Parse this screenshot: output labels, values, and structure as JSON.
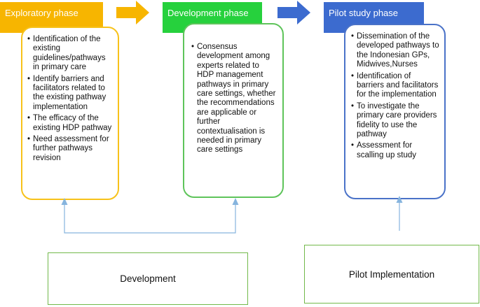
{
  "phases": [
    {
      "title": "Exploratory phase",
      "color": "#f7b500",
      "items": [
        "Identification of the existing guidelines/pathways in primary care",
        "Identify barriers and facilitators related to the existing pathway implementation",
        " The efficacy of the existing HDP pathway",
        "Need assessment for further pathways revision"
      ]
    },
    {
      "title": "Development phase",
      "color": "#26d13d",
      "items": [
        "Consensus development among experts related to HDP management pathways in primary care settings, whether the recommendations are applicable or further contextualisation is needed in primary care settings"
      ]
    },
    {
      "title": "Pilot study phase",
      "color": "#3c6bcf",
      "items": [
        " Dissemination of the developed pathways to the Indonesian GPs, Midwives,Nurses",
        " Identification of barriers and facilitators for the implementation",
        " To investigate the primary care providers fidelity to use the pathway",
        " Assessment for scalling up study"
      ]
    }
  ],
  "stages": {
    "development": "Development",
    "pilot": "Pilot Implementation"
  }
}
